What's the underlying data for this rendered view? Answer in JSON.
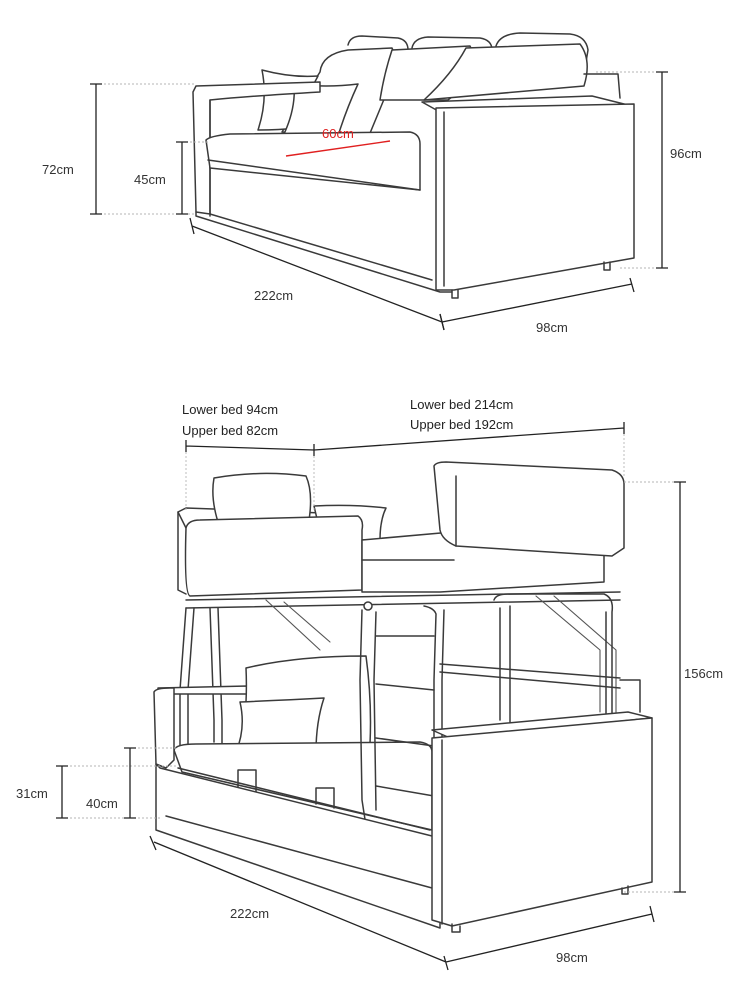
{
  "sofa": {
    "height_back": "72cm",
    "height_seat": "45cm",
    "seat_depth": "60cm",
    "total_height": "96cm",
    "width": "222cm",
    "depth": "98cm"
  },
  "bunk": {
    "lower_bed_label": "Lower bed",
    "upper_bed_label": "Upper bed",
    "lower_bed_width": "94cm",
    "upper_bed_width": "82cm",
    "lower_bed_length": "214cm",
    "upper_bed_length": "192cm",
    "total_height": "156cm",
    "rail_height": "31cm",
    "seat_height": "40cm",
    "width": "222cm",
    "depth": "98cm"
  },
  "colors": {
    "accent": "#e02020",
    "line": "#3a3a3a"
  }
}
